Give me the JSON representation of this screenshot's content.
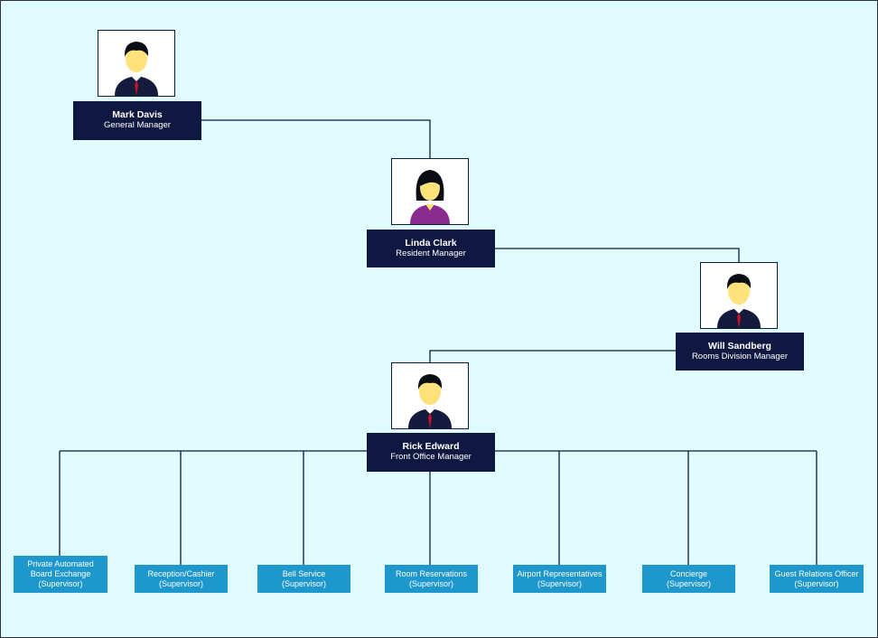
{
  "people": {
    "mark": {
      "name": "Mark Davis",
      "title": "General Manager"
    },
    "linda": {
      "name": "Linda Clark",
      "title": "Resident Manager"
    },
    "will": {
      "name": "Will Sandberg",
      "title": "Rooms Division Manager"
    },
    "rick": {
      "name": "Rick Edward",
      "title": "Front Office Manager"
    }
  },
  "supervisors": [
    "Private Automated\nBoard Exchange\n(Supervisor)",
    "Reception/Cashier\n(Supervisor)",
    "Bell Service\n(Supervisor)",
    "Room Reservations\n(Supervisor)",
    "Airport Representatives\n(Supervisor)",
    "Concierge\n(Supervisor)",
    "Guest Relations Officer\n(Supervisor)"
  ],
  "colors": {
    "background": "#dffbfd",
    "name_card": "#0f1840",
    "supervisor_box": "#1d97cc",
    "connector": "#0f1840"
  },
  "icons": {
    "male": "male-avatar-icon",
    "female": "female-avatar-icon"
  }
}
